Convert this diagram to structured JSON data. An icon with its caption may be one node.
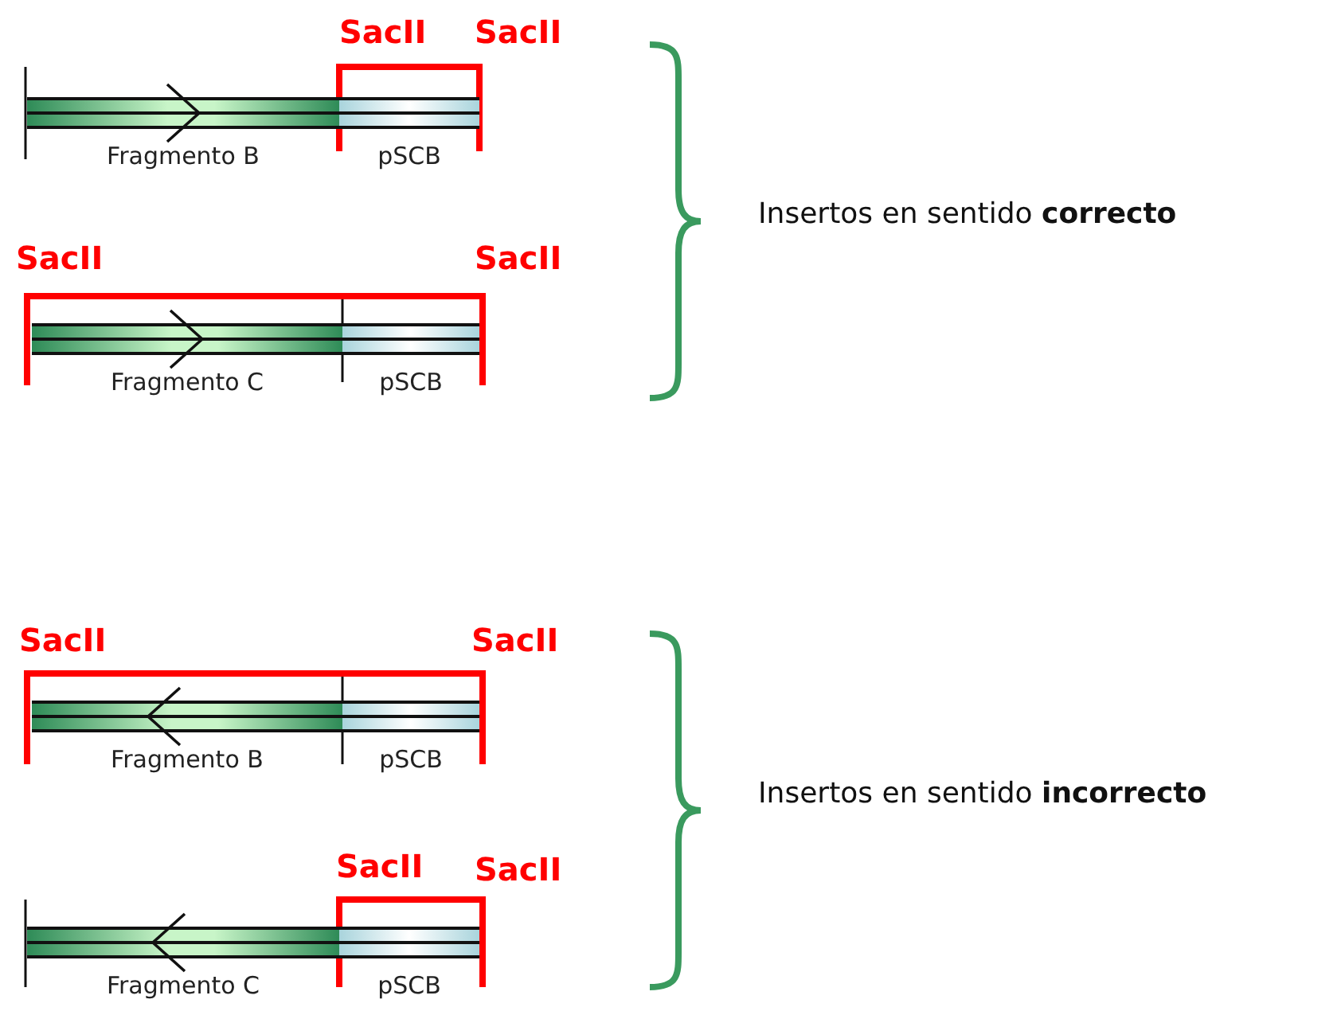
{
  "diagram": {
    "nodes": [
      {
        "text": [
          "Fragmento B"
        ]
      },
      {
        "text": [
          "pSCB"
        ]
      },
      {
        "text": [
          "Fragmento C"
        ]
      },
      {
        "text": [
          "pSCB"
        ]
      },
      {
        "text": [
          "Fragmento B"
        ]
      },
      {
        "text": [
          "pSCB"
        ]
      },
      {
        "text": [
          "Fragmento C"
        ]
      },
      {
        "text": [
          "pSCB"
        ]
      }
    ],
    "labels": [
      "SacII",
      "SacII",
      "Insertos en sentido **correcto**",
      "SacII",
      "SacII",
      "SacII",
      "SacII",
      "Insertos en sentido **incorrecto**",
      "SacII",
      "SacII"
    ]
  }
}
